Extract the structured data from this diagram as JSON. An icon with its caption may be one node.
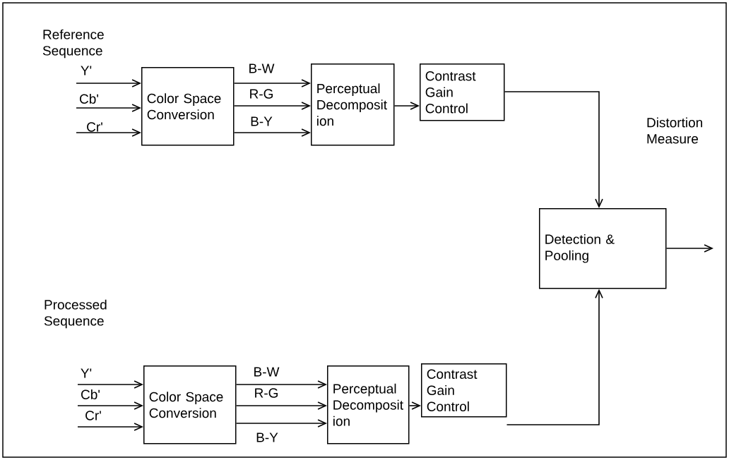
{
  "diagram": {
    "nodes": [
      {
        "text": [
          "Color Space Conversion"
        ]
      },
      {
        "text": [
          "Perceptual Decomposit ion"
        ]
      },
      {
        "text": [
          "Contrast Gain Control"
        ]
      },
      {
        "text": [
          "Detection & Pooling"
        ]
      },
      {
        "text": [
          "Color Space Conversion"
        ]
      },
      {
        "text": [
          "Perceptual Decomposit ion"
        ]
      },
      {
        "text": [
          "Contrast Gain Control"
        ]
      }
    ],
    "edges": [
      {
        "from": null,
        "to": 0,
        "arrow": "to",
        "label": "Y'"
      },
      {
        "from": null,
        "to": 0,
        "arrow": "to",
        "label": "Cb'"
      },
      {
        "from": null,
        "to": 0,
        "arrow": "to",
        "label": "Cr'"
      },
      {
        "from": 0,
        "to": 1,
        "arrow": "to",
        "label": "B-W"
      },
      {
        "from": 0,
        "to": 1,
        "arrow": "to",
        "label": "R-G"
      },
      {
        "from": 0,
        "to": 1,
        "arrow": "to",
        "label": "B-Y"
      },
      {
        "from": 1,
        "to": 2,
        "arrow": "to"
      },
      {
        "from": 2,
        "to": 3,
        "arrow": "to",
        "label": "Distortion Measure"
      },
      {
        "from": 3,
        "to": null,
        "arrow": "to"
      },
      {
        "from": null,
        "to": 4,
        "arrow": "to",
        "label": "Y'"
      },
      {
        "from": null,
        "to": 4,
        "arrow": "to",
        "label": "Cb'"
      },
      {
        "from": null,
        "to": 4,
        "arrow": "to",
        "label": "Cr'"
      },
      {
        "from": 4,
        "to": 5,
        "arrow": "to",
        "label": "B-W"
      },
      {
        "from": 4,
        "to": 5,
        "arrow": "to",
        "label": "R-G"
      },
      {
        "from": 4,
        "to": 5,
        "arrow": "to",
        "label": "B-Y"
      },
      {
        "from": 5,
        "to": 6,
        "arrow": "to"
      },
      {
        "from": 6,
        "to": 3,
        "arrow": "to"
      }
    ],
    "labels": [
      "Reference Sequence",
      "Processed Sequence"
    ]
  }
}
